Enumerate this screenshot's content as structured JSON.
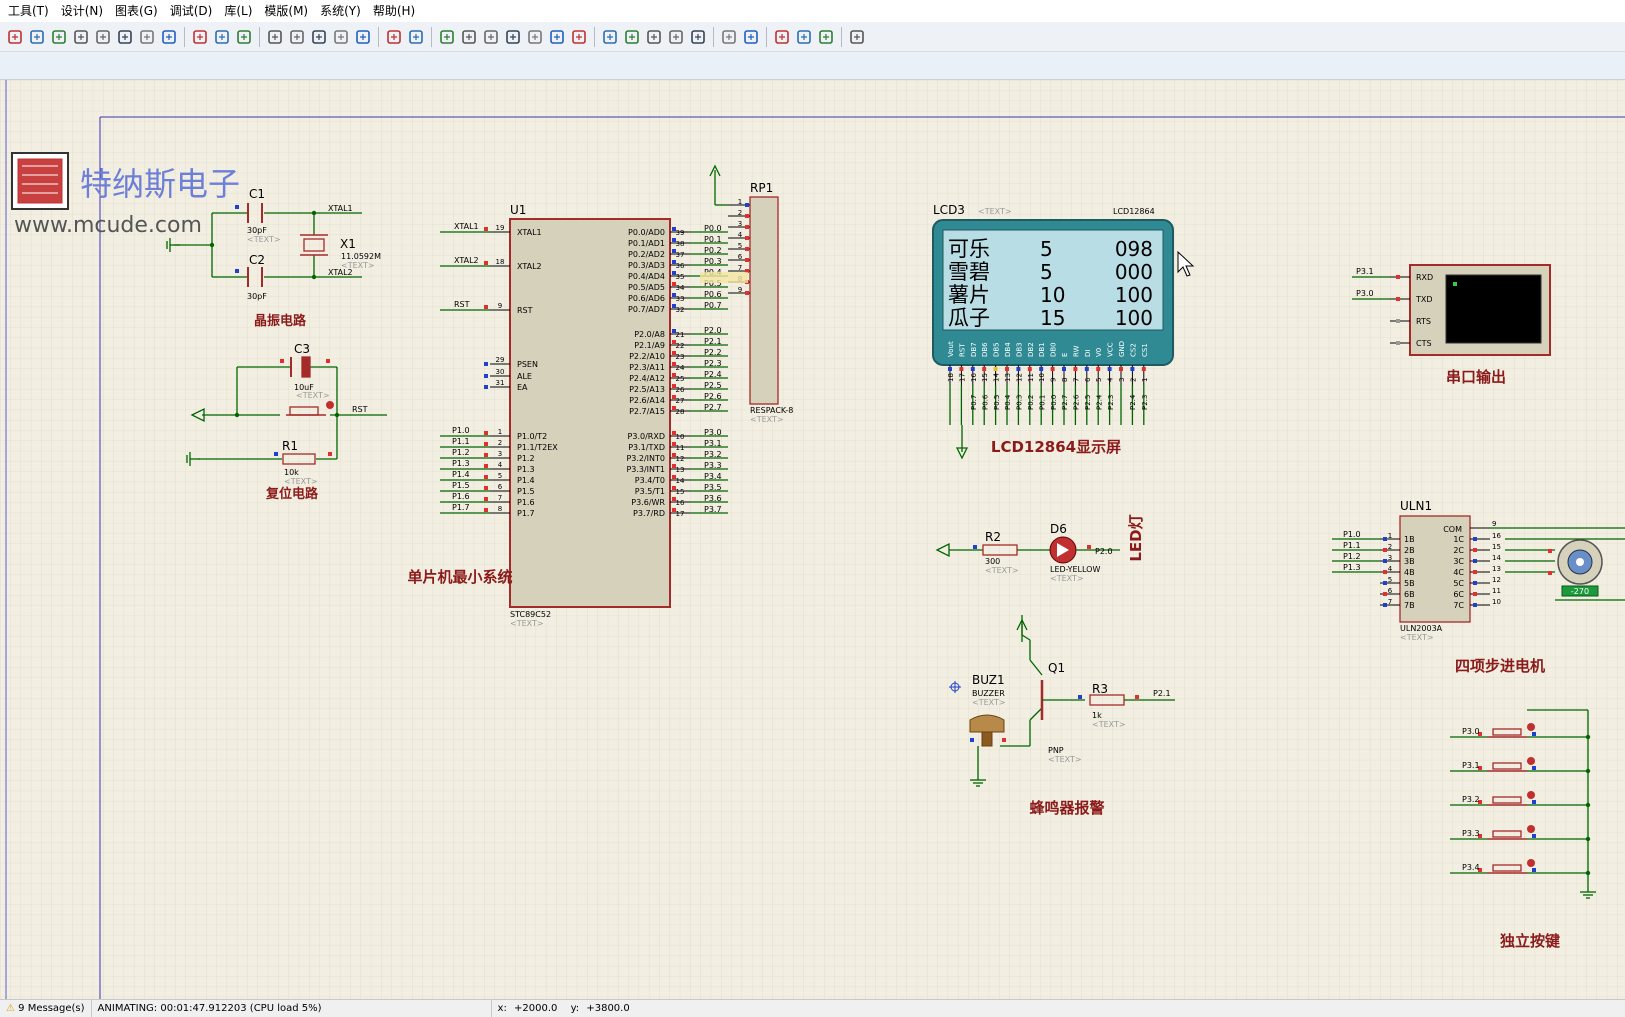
{
  "menu": [
    "工具(T)",
    "设计(N)",
    "图表(G)",
    "调试(D)",
    "库(L)",
    "模版(M)",
    "系统(Y)",
    "帮助(H)"
  ],
  "toolbar_icons": [
    "stop-icon",
    "back-icon",
    "library-icon",
    "chip-icon",
    "document-icon",
    "wire-icon",
    "page-icon",
    "help-icon",
    "refresh-icon",
    "grid-icon",
    "origin-icon",
    "pan-icon",
    "zoom-in-icon",
    "zoom-out-icon",
    "zoom-all-icon",
    "zoom-area-icon",
    "undo-icon",
    "redo-icon",
    "cut-icon",
    "copy-icon",
    "paste-icon",
    "block-copy-icon",
    "block-move-icon",
    "block-rotate-icon",
    "block-delete-icon",
    "pick-icon",
    "make-device-icon",
    "package-icon",
    "decompose-icon",
    "wire-autorouter-icon",
    "search-icon",
    "property-icon",
    "new-sheet-icon",
    "remove-sheet-icon",
    "hierarchy-icon",
    "netlist-icon"
  ],
  "watermark": {
    "brand": "特纳斯电子",
    "site": "www.mcude.com"
  },
  "sections": {
    "crystal": "晶振电路",
    "reset": "复位电路",
    "mcu": "单片机最小系统",
    "lcd": "LCD12864显示屏",
    "serial": "串口输出",
    "led": "LED灯",
    "stepper": "四项步进电机",
    "buzzer": "蜂鸣器报警",
    "keys": "独立按键"
  },
  "crystal": {
    "c1": "C1",
    "c1_val": "30pF",
    "c2": "C2",
    "c2_val": "30pF",
    "x1": "X1",
    "x1_val": "11.0592M",
    "xtal1": "XTAL1",
    "xtal2": "XTAL2",
    "text": "<TEXT>"
  },
  "reset": {
    "c3": "C3",
    "c3_val": "10uF",
    "r1": "R1",
    "r1_val": "10k",
    "rst": "RST",
    "text": "<TEXT>"
  },
  "mcu": {
    "ref": "U1",
    "part": "STC89C52",
    "text": "<TEXT>",
    "left_pins": [
      {
        "n": "19",
        "name": "XTAL1",
        "net": "XTAL1"
      },
      {
        "n": "18",
        "name": "XTAL2",
        "net": "XTAL2"
      },
      {
        "n": "9",
        "name": "RST",
        "net": "RST"
      },
      {
        "n": "29",
        "name": "PSEN",
        "net": ""
      },
      {
        "n": "30",
        "name": "ALE",
        "net": ""
      },
      {
        "n": "31",
        "name": "EA",
        "net": ""
      },
      {
        "n": "1",
        "name": "P1.0/T2",
        "net": "P1.0"
      },
      {
        "n": "2",
        "name": "P1.1/T2EX",
        "net": "P1.1"
      },
      {
        "n": "3",
        "name": "P1.2",
        "net": "P1.2"
      },
      {
        "n": "4",
        "name": "P1.3",
        "net": "P1.3"
      },
      {
        "n": "5",
        "name": "P1.4",
        "net": "P1.4"
      },
      {
        "n": "6",
        "name": "P1.5",
        "net": "P1.5"
      },
      {
        "n": "7",
        "name": "P1.6",
        "net": "P1.6"
      },
      {
        "n": "8",
        "name": "P1.7",
        "net": "P1.7"
      }
    ],
    "right_pins": [
      {
        "n": "39",
        "name": "P0.0/AD0",
        "net": "P0.0"
      },
      {
        "n": "38",
        "name": "P0.1/AD1",
        "net": "P0.1"
      },
      {
        "n": "37",
        "name": "P0.2/AD2",
        "net": "P0.2"
      },
      {
        "n": "36",
        "name": "P0.3/AD3",
        "net": "P0.3"
      },
      {
        "n": "35",
        "name": "P0.4/AD4",
        "net": "P0.4"
      },
      {
        "n": "34",
        "name": "P0.5/AD5",
        "net": "P0.5"
      },
      {
        "n": "33",
        "name": "P0.6/AD6",
        "net": "P0.6"
      },
      {
        "n": "32",
        "name": "P0.7/AD7",
        "net": "P0.7"
      },
      {
        "n": "21",
        "name": "P2.0/A8",
        "net": "P2.0"
      },
      {
        "n": "22",
        "name": "P2.1/A9",
        "net": "P2.1"
      },
      {
        "n": "23",
        "name": "P2.2/A10",
        "net": "P2.2"
      },
      {
        "n": "24",
        "name": "P2.3/A11",
        "net": "P2.3"
      },
      {
        "n": "25",
        "name": "P2.4/A12",
        "net": "P2.4"
      },
      {
        "n": "26",
        "name": "P2.5/A13",
        "net": "P2.5"
      },
      {
        "n": "27",
        "name": "P2.6/A14",
        "net": "P2.6"
      },
      {
        "n": "28",
        "name": "P2.7/A15",
        "net": "P2.7"
      },
      {
        "n": "10",
        "name": "P3.0/RXD",
        "net": "P3.0"
      },
      {
        "n": "11",
        "name": "P3.1/TXD",
        "net": "P3.1"
      },
      {
        "n": "12",
        "name": "P3.2/INT0",
        "net": "P3.2"
      },
      {
        "n": "13",
        "name": "P3.3/INT1",
        "net": "P3.3"
      },
      {
        "n": "14",
        "name": "P3.4/T0",
        "net": "P3.4"
      },
      {
        "n": "15",
        "name": "P3.5/T1",
        "net": "P3.5"
      },
      {
        "n": "16",
        "name": "P3.6/WR",
        "net": "P3.6"
      },
      {
        "n": "17",
        "name": "P3.7/RD",
        "net": "P3.7"
      }
    ]
  },
  "respack": {
    "ref": "RP1",
    "part": "RESPACK-8",
    "text": "<TEXT>",
    "pins": [
      "1",
      "2",
      "3",
      "4",
      "5",
      "6",
      "7",
      "8",
      "9"
    ]
  },
  "lcd": {
    "ref": "LCD3",
    "part": "LCD12864",
    "text": "<TEXT>",
    "rows": [
      {
        "name": "可乐",
        "qty": "5",
        "price": "098"
      },
      {
        "name": "雪碧",
        "qty": "5",
        "price": "000"
      },
      {
        "name": "薯片",
        "qty": "10",
        "price": "100"
      },
      {
        "name": "瓜子",
        "qty": "15",
        "price": "100"
      }
    ],
    "pin_labels": [
      "Vout",
      "RST",
      "DB7",
      "DB6",
      "DB5",
      "DB4",
      "DB3",
      "DB2",
      "DB1",
      "DB0",
      "E",
      "RW",
      "DI",
      "V0",
      "VCC",
      "GND",
      "CS2",
      "CS1"
    ],
    "pin_nums": [
      "18",
      "17",
      "16",
      "15",
      "14",
      "13",
      "12",
      "11",
      "10",
      "9",
      "8",
      "7",
      "6",
      "5",
      "4",
      "3",
      "2",
      "1"
    ],
    "nets": [
      "P0.7",
      "P0.6",
      "P0.5",
      "P0.4",
      "P0.3",
      "P0.2",
      "P0.1",
      "P0.0",
      "P2.7",
      "P2.6",
      "P2.5",
      "P2.4",
      "P2.3"
    ]
  },
  "serial": {
    "nets": [
      "P3.1",
      "P3.0"
    ],
    "pins": [
      "RXD",
      "TXD",
      "RTS",
      "CTS"
    ]
  },
  "led": {
    "r2": "R2",
    "r2_val": "300",
    "d6": "D6",
    "d6_val": "LED-YELLOW",
    "net": "P2.0",
    "text": "<TEXT>"
  },
  "stepper": {
    "ref": "ULN1",
    "part": "ULN2003A",
    "text": "<TEXT>",
    "com": "COM",
    "motor_val": "-270",
    "in_nets": [
      "P1.0",
      "P1.1",
      "P1.2",
      "P1.3"
    ],
    "in_pins": [
      "1B",
      "2B",
      "3B",
      "4B",
      "5B",
      "6B",
      "7B"
    ],
    "in_nums": [
      "1",
      "2",
      "3",
      "4",
      "5",
      "6",
      "7"
    ],
    "out_pins": [
      "1C",
      "2C",
      "3C",
      "4C",
      "5C",
      "6C",
      "7C"
    ],
    "out_nums": [
      "16",
      "15",
      "14",
      "13",
      "12",
      "11",
      "10"
    ],
    "com_num": "9"
  },
  "buzzer": {
    "buz": "BUZ1",
    "buz_val": "BUZZER",
    "q1": "Q1",
    "q1_val": "PNP",
    "r3": "R3",
    "r3_val": "1k",
    "net": "P2.1",
    "text": "<TEXT>"
  },
  "keys": {
    "nets": [
      "P3.0",
      "P3.1",
      "P3.2",
      "P3.3",
      "P3.4"
    ]
  },
  "status": {
    "messages": "9 Message(s)",
    "animating": "ANIMATING: 00:01:47.912203 (CPU load 5%)",
    "x_label": "x:",
    "x_val": "+2000.0",
    "y_label": "y:",
    "y_val": "+3800.0"
  },
  "colors": {
    "wire": "#006600",
    "component": "#a52a2a",
    "label": "#8b1a1a",
    "pin_red": "#e03030",
    "pin_blue": "#2040d0",
    "grid_bg": "#f2efe2",
    "grid_line": "#d9d4bf",
    "lcd_bg": "#2f8a94",
    "lcd_screen": "#b9dde4"
  }
}
